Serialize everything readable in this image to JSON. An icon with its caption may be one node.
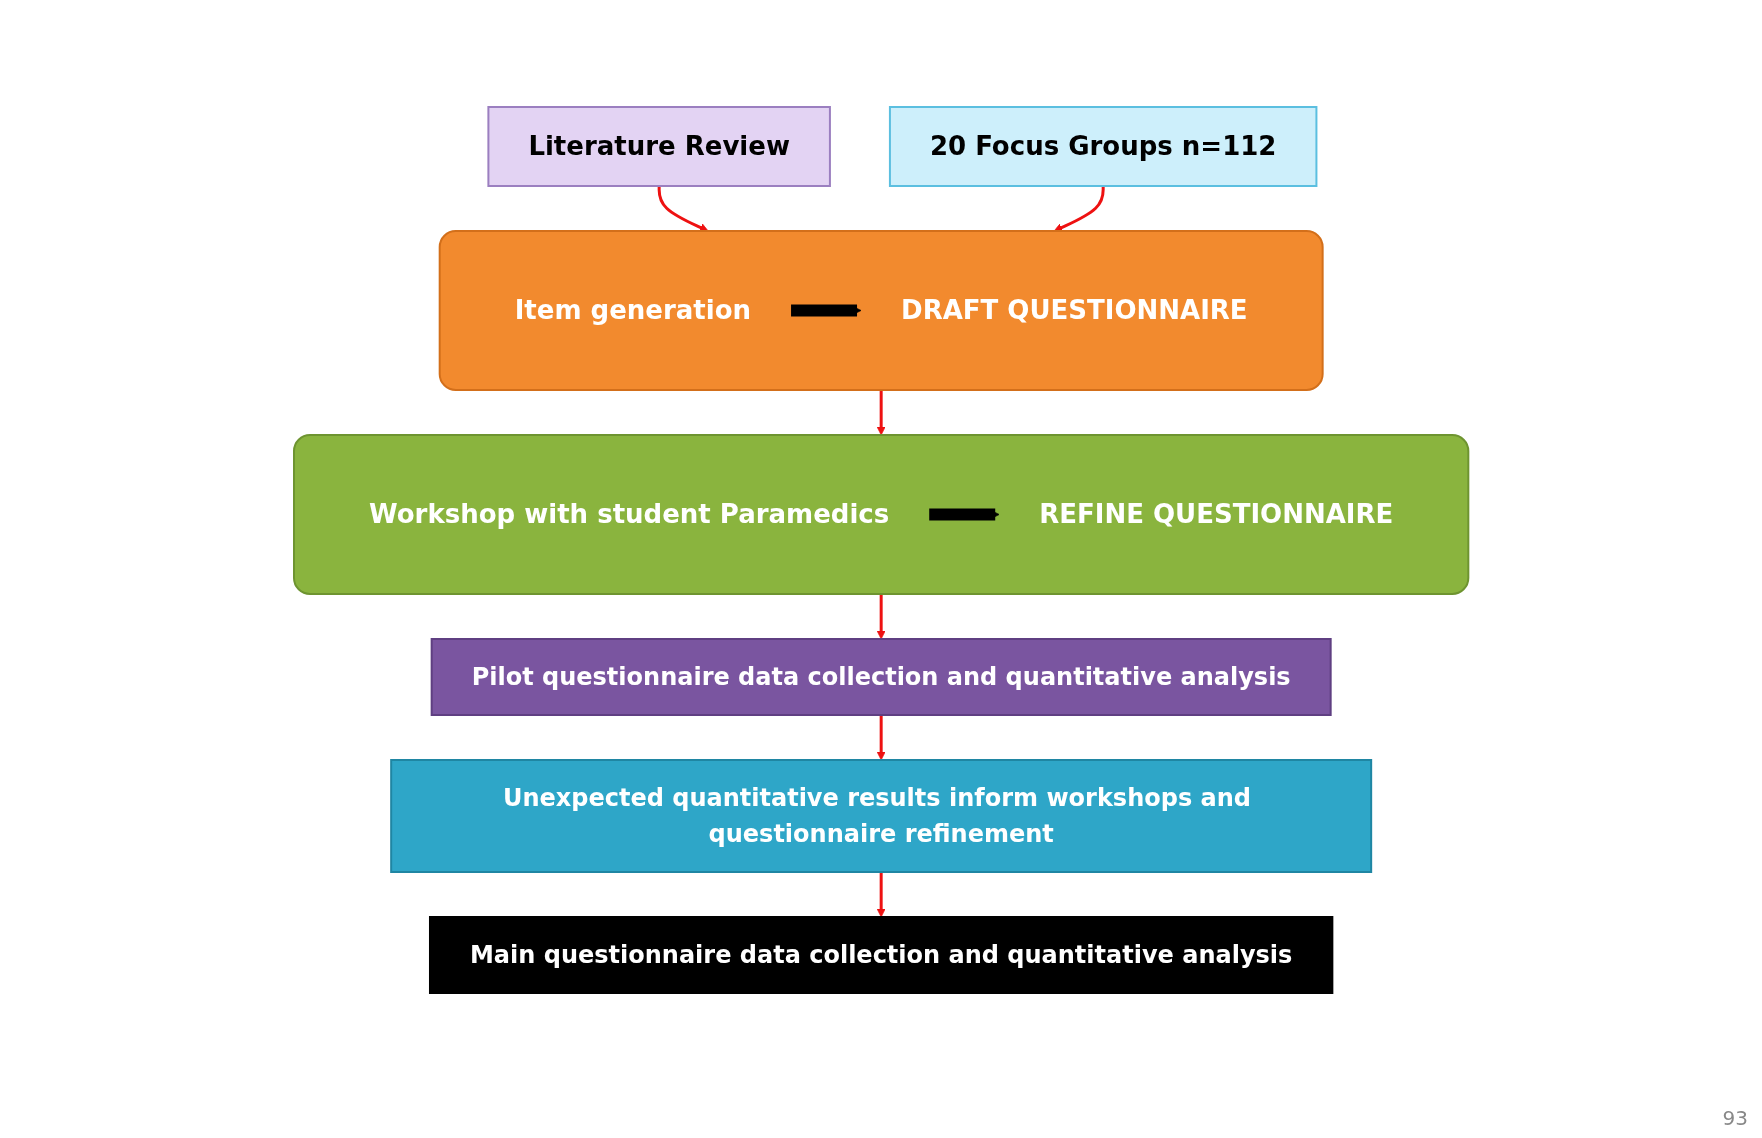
{
  "diagram": {
    "nodes": [
      {
        "text": [
          "Literature Review"
        ]
      },
      {
        "text": [
          "20 Focus Groups n=112"
        ]
      },
      {
        "text": [],
        "shape": "bar"
      },
      {
        "text": [
          "Item generation"
        ],
        "in": 2
      },
      {
        "text": [
          "DRAFT QUESTIONNAIRE"
        ],
        "in": 2
      },
      {
        "text": [],
        "shape": "bar"
      },
      {
        "text": [
          "Workshop with student Paramedics"
        ],
        "in": 5
      },
      {
        "text": [
          "REFINE QUESTIONNAIRE"
        ],
        "in": 5
      },
      {
        "text": [
          "Pilot questionnaire data collection and quantitative analysis"
        ]
      },
      {
        "text": [
          "Unexpected quantitative results inform workshops and questionnaire refinement"
        ]
      },
      {
        "text": [
          "Main questionnaire data collection and quantitative analysis"
        ]
      }
    ],
    "edges": [
      {
        "from": 0,
        "to": 2,
        "arrow": "to"
      },
      {
        "from": 1,
        "to": 2,
        "arrow": "to"
      },
      {
        "from": 3,
        "to": 4,
        "arrow": "to",
        "style": "thick",
        "color": "#000000"
      },
      {
        "from": 2,
        "to": 5,
        "arrow": "to"
      },
      {
        "from": 6,
        "to": 7,
        "arrow": "to",
        "style": "thick",
        "color": "#000000"
      },
      {
        "from": 5,
        "to": 8,
        "arrow": "to"
      },
      {
        "from": 8,
        "to": 9,
        "arrow": "to"
      },
      {
        "from": 9,
        "to": 10,
        "arrow": "to"
      }
    ],
    "labels": [
      "93"
    ]
  }
}
